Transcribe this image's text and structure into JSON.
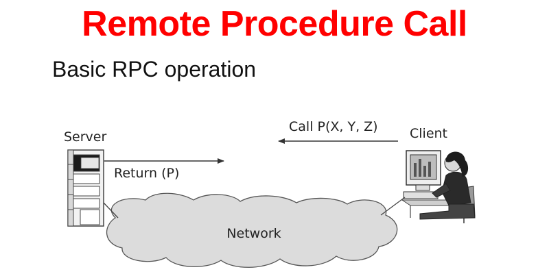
{
  "slide": {
    "title": "Remote Procedure Call",
    "subtitle": "Basic RPC operation",
    "title_color": "#ff0000"
  },
  "diagram": {
    "server_label": "Server",
    "client_label": "Client",
    "call_label": "Call P(X, Y, Z)",
    "return_label": "Return (P)",
    "network_label": "Network",
    "icons": [
      "server-tower-icon",
      "client-workstation-icon",
      "network-cloud-icon"
    ]
  }
}
